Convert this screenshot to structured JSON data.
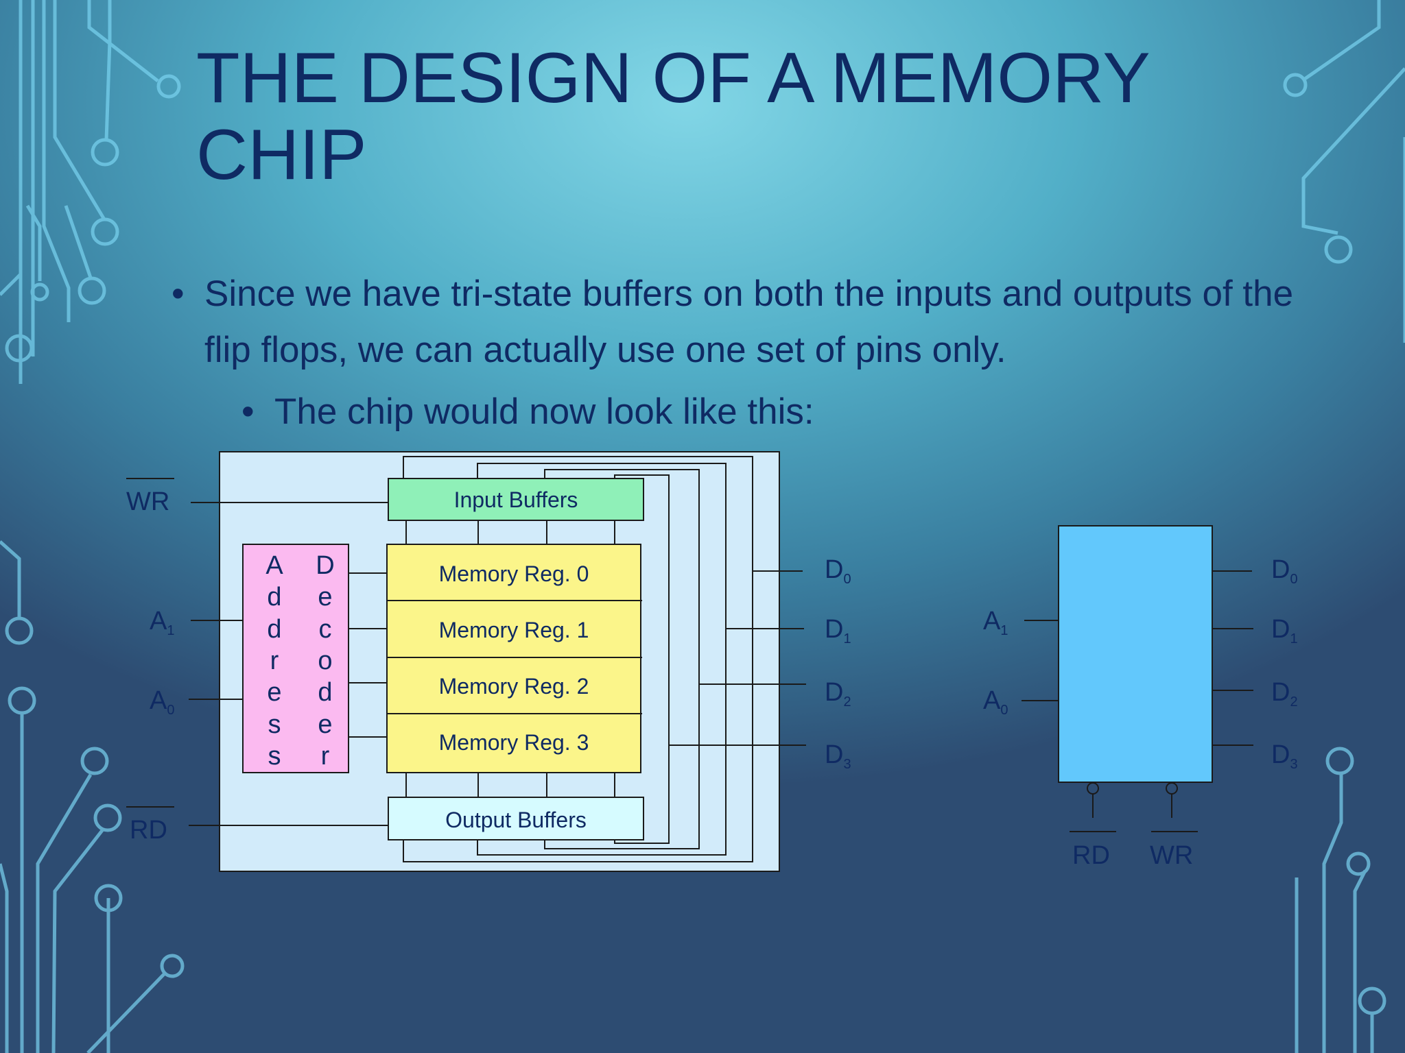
{
  "slide": {
    "title": "THE DESIGN OF A MEMORY CHIP",
    "bullets": [
      {
        "text": "Since we have tri-state buffers on both the inputs and outputs of the flip flops, we can actually use one set of pins only."
      },
      {
        "text": "The chip would now look like this:"
      }
    ]
  },
  "diagram": {
    "input_buffers_label": "Input Buffers",
    "output_buffers_label": "Output Buffers",
    "decoder_left_letters": [
      "A",
      "d",
      "d",
      "r",
      "e",
      "s",
      "s"
    ],
    "decoder_right_letters": [
      "D",
      "e",
      "c",
      "o",
      "d",
      "e",
      "r"
    ],
    "registers": [
      "Memory Reg. 0",
      "Memory Reg. 1",
      "Memory Reg. 2",
      "Memory Reg. 3"
    ],
    "wr_label": "WR",
    "rd_label": "RD",
    "a1": {
      "main": "A",
      "sub": "1"
    },
    "a0": {
      "main": "A",
      "sub": "0"
    },
    "d_pins": [
      {
        "main": "D",
        "sub": "0"
      },
      {
        "main": "D",
        "sub": "1"
      },
      {
        "main": "D",
        "sub": "2"
      },
      {
        "main": "D",
        "sub": "3"
      }
    ],
    "colors": {
      "chip_bg": "#d2ebfa",
      "input_buffers": "#8ff0b8",
      "output_buffers": "#d6fbff",
      "decoder": "#fbbaf0",
      "registers": "#fbf58a",
      "block_chip": "#62c8fc",
      "ink": "#0f2a63"
    }
  }
}
